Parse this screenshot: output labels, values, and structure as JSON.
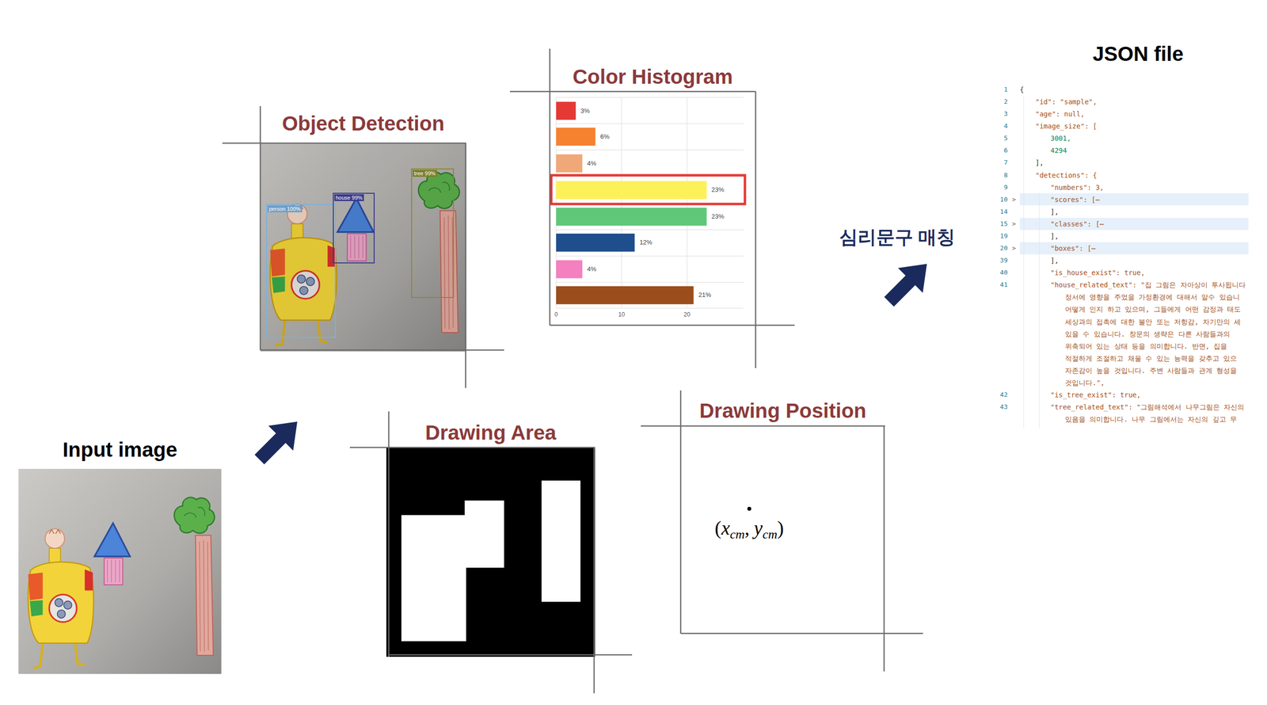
{
  "diagram": {
    "nodes": [
      {
        "text": [
          "Input image"
        ]
      },
      {
        "text": [
          "Object Detection"
        ]
      },
      {
        "text": [
          "Color Histogram"
        ]
      },
      {
        "text": [
          "Drawing Area"
        ]
      },
      {
        "text": [
          "Drawing Position"
        ]
      },
      {
        "text": [
          "JSON file"
        ]
      }
    ],
    "labels": [
      "person 100%",
      "house 99%",
      "tree 99%",
      "3%",
      "6%",
      "4%",
      "23%",
      "23%",
      "12%",
      "4%",
      "21%",
      "0",
      "10",
      "20",
      "심리문구 매칭",
      "(",
      "x",
      "cm",
      ",",
      "y",
      "cm",
      ")",
      "1",
      "{",
      "2",
      "\"id\": \"sample\",",
      "3",
      "\"age\": null,",
      "4",
      "\"image_size\": [",
      "5",
      "3001,",
      "6",
      "4294",
      "7",
      "],",
      "8",
      "\"detections\": {",
      "9",
      "\"numbers\": 3,",
      "10",
      ">",
      "\"scores\": [⋯",
      "14",
      "],",
      "15",
      ">",
      "\"classes\": [⋯",
      "19",
      "],",
      "20",
      ">",
      "\"boxes\": [⋯",
      "39",
      "],",
      "40",
      "\"is_house_exist\": true,",
      "41",
      "\"house_related_text\": \"집 그림은 자아상이 투사됩니다",
      "정서에 영향을 주었을 가정환경에 대해서 알수 있습니",
      "어떻게 인지 하고 있으며, 그들에게 어떤 감정과 태도",
      "세상과의 접촉에 대한 불안 또는 저항감, 자기만의 세",
      "있을 수 있습니다.  창문의 생략은 다른 사람들과의",
      "위축되어 있는 상태 등을 의미합니다.   반면, 집을",
      "적절하게 조절하고 채울 수 있는 능력을 갖추고 있으",
      "자존감이 높을 것입니다. 주변 사람들과 관계 형성을",
      "것입니다.\",",
      "42",
      "\"is_tree_exist\": true,",
      "43",
      "\"tree_related_text\": \"그림해석에서 나무그림은 자신의",
      "있음을 의미합니다. 나무 그림에서는 자신의 깊고 무"
    ]
  }
}
